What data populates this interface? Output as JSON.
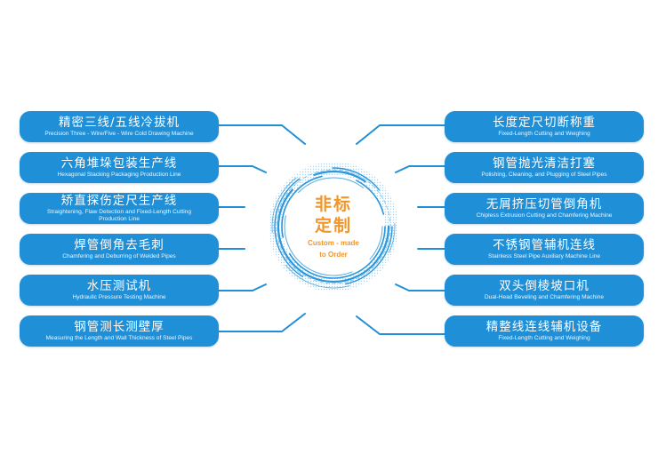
{
  "colors": {
    "box_fill": "#1f8fd8",
    "connector": "#1f8fd8",
    "center_text": "#f0962a",
    "ring": "#2a96dc"
  },
  "center": {
    "title_line1": "非标",
    "title_line2": "定制",
    "subtitle_line1": "Custom - made",
    "subtitle_line2": "to Order"
  },
  "left_items": [
    {
      "zh": "精密三线/五线冷拔机",
      "en": "Precision Three - Wire/Five - Wire Cold Drawing Machine"
    },
    {
      "zh": "六角堆垛包装生产线",
      "en": "Hexagonal Stacking Packaging Production Line"
    },
    {
      "zh": "矫直探伤定尺生产线",
      "en": "Straightening, Flaw Detection and Fixed-Length Cutting Production Line"
    },
    {
      "zh": "焊管倒角去毛刺",
      "en": "Chamfering and Deburring of Welded Pipes"
    },
    {
      "zh": "水压测试机",
      "en": "Hydraulic Pressure Testing Machine"
    },
    {
      "zh": "钢管测长测壁厚",
      "en": "Measuring the Length and Wall Thickness of Steel Pipes"
    }
  ],
  "right_items": [
    {
      "zh": "长度定尺切断称重",
      "en": "Fixed-Length Cutting and Weighing"
    },
    {
      "zh": "钢管抛光清洁打塞",
      "en": "Polishing, Cleaning, and Plugging of Steel Pipes"
    },
    {
      "zh": "无屑挤压切管倒角机",
      "en": "Chipless Extrusion Cutting and Chamfering Machine"
    },
    {
      "zh": "不锈钢管辅机连线",
      "en": "Stainless Steel Pipe Auxiliary Machine Line"
    },
    {
      "zh": "双头倒棱坡口机",
      "en": "Dual-Head Beveling and Chamfering Machine"
    },
    {
      "zh": "精整线连线辅机设备",
      "en": "Fixed-Length Cutting and Weighing"
    }
  ]
}
